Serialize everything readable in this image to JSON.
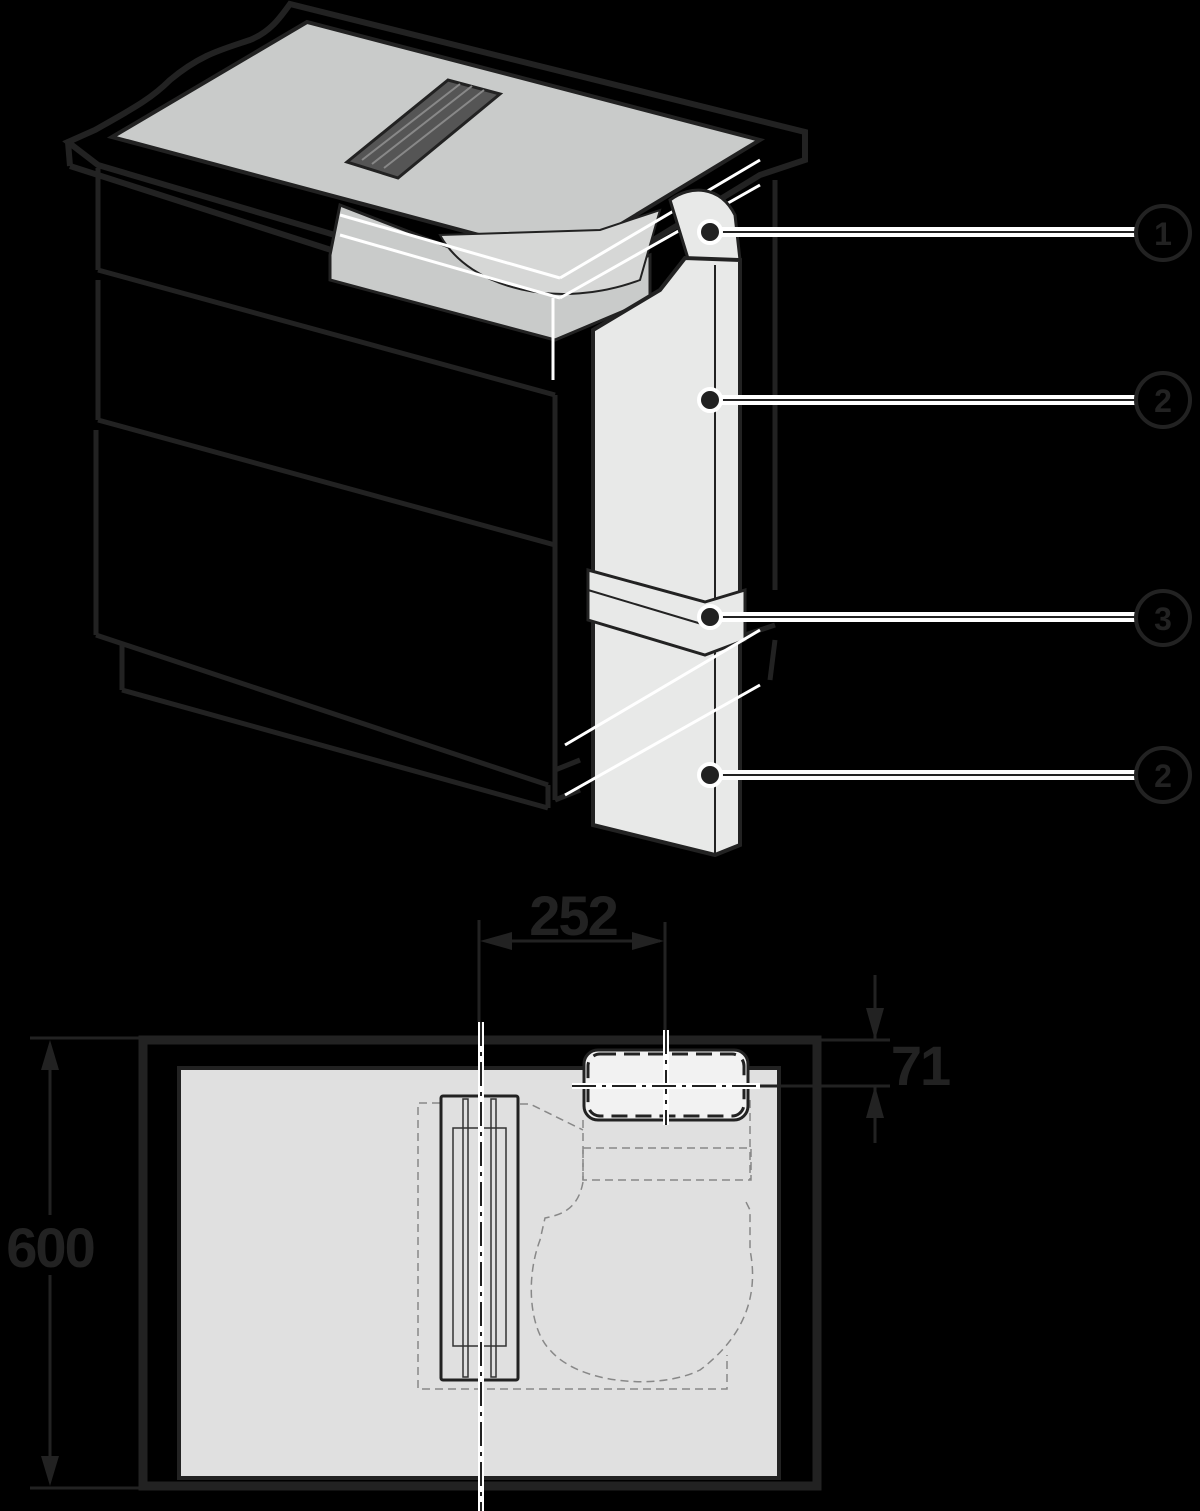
{
  "diagram": {
    "type": "installation-drawing",
    "background": "#000000",
    "line_color": "#222222",
    "surface_color": "#c9cbca",
    "duct_color": "#e8e9e8",
    "plan_fill": "#e0e0e0"
  },
  "callouts": [
    {
      "id": "1",
      "label": "1",
      "part": "elbow"
    },
    {
      "id": "2a",
      "label": "2",
      "part": "duct-upper"
    },
    {
      "id": "3",
      "label": "3",
      "part": "connector"
    },
    {
      "id": "2b",
      "label": "2",
      "part": "duct-lower"
    }
  ],
  "dimensions": {
    "horizontal_offset": "252",
    "depth_offset": "71",
    "cabinet_depth": "600"
  }
}
